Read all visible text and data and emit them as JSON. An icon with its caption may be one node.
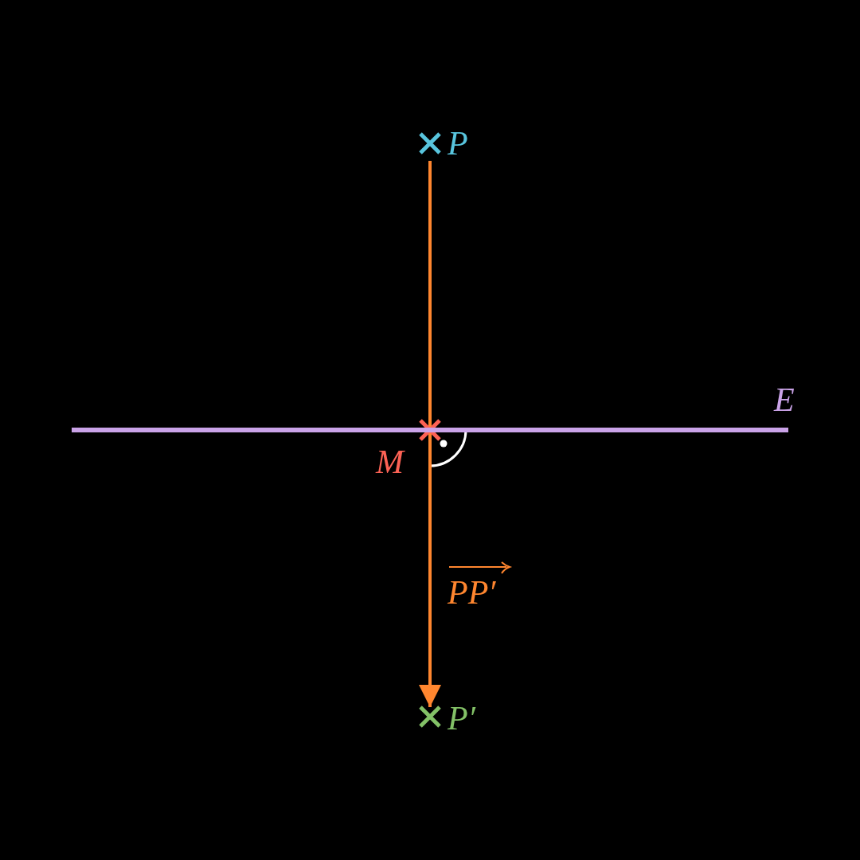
{
  "diagram": {
    "nodes": [
      {
        "text": [
          "P"
        ]
      },
      {
        "text": [
          "M"
        ]
      },
      {
        "text": [
          "P′"
        ]
      },
      {
        "text": [
          "E"
        ]
      }
    ],
    "edges": [
      {
        "from": 0,
        "to": 1,
        "arrow": "none"
      },
      {
        "from": 1,
        "to": 2,
        "arrow": "to",
        "label": "PP′"
      }
    ]
  }
}
